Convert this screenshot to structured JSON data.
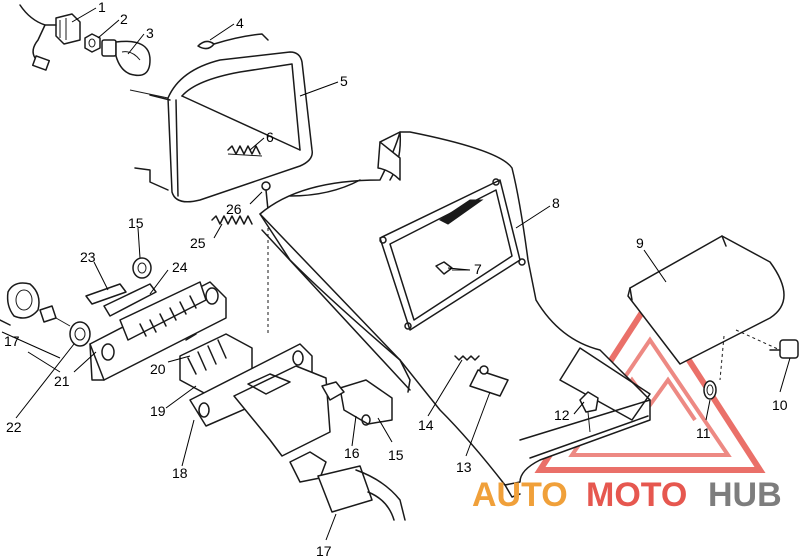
{
  "diagram": {
    "callouts": [
      {
        "id": "c1",
        "text": "1"
      },
      {
        "id": "c2",
        "text": "2"
      },
      {
        "id": "c3",
        "text": "3"
      },
      {
        "id": "c4",
        "text": "4"
      },
      {
        "id": "c5",
        "text": "5"
      },
      {
        "id": "c6",
        "text": "6"
      },
      {
        "id": "c7",
        "text": "7"
      },
      {
        "id": "c8",
        "text": "8"
      },
      {
        "id": "c9",
        "text": "9"
      },
      {
        "id": "c10",
        "text": "10"
      },
      {
        "id": "c11",
        "text": "11"
      },
      {
        "id": "c12",
        "text": "12"
      },
      {
        "id": "c13",
        "text": "13"
      },
      {
        "id": "c14",
        "text": "14"
      },
      {
        "id": "c15a",
        "text": "15"
      },
      {
        "id": "c15b",
        "text": "15"
      },
      {
        "id": "c16",
        "text": "16"
      },
      {
        "id": "c17a",
        "text": "17"
      },
      {
        "id": "c17b",
        "text": "17"
      },
      {
        "id": "c18",
        "text": "18"
      },
      {
        "id": "c19",
        "text": "19"
      },
      {
        "id": "c20",
        "text": "20"
      },
      {
        "id": "c21",
        "text": "21"
      },
      {
        "id": "c22",
        "text": "22"
      },
      {
        "id": "c23",
        "text": "23"
      },
      {
        "id": "c24",
        "text": "24"
      },
      {
        "id": "c25",
        "text": "25"
      },
      {
        "id": "c26",
        "text": "26"
      }
    ]
  },
  "watermark": {
    "part1": "AUTO",
    "part2": "MOTO",
    "part3": "HUB",
    "colors": {
      "auto": "#f0a03a",
      "moto": "#e6574f",
      "hub": "#7d7d7d"
    }
  }
}
